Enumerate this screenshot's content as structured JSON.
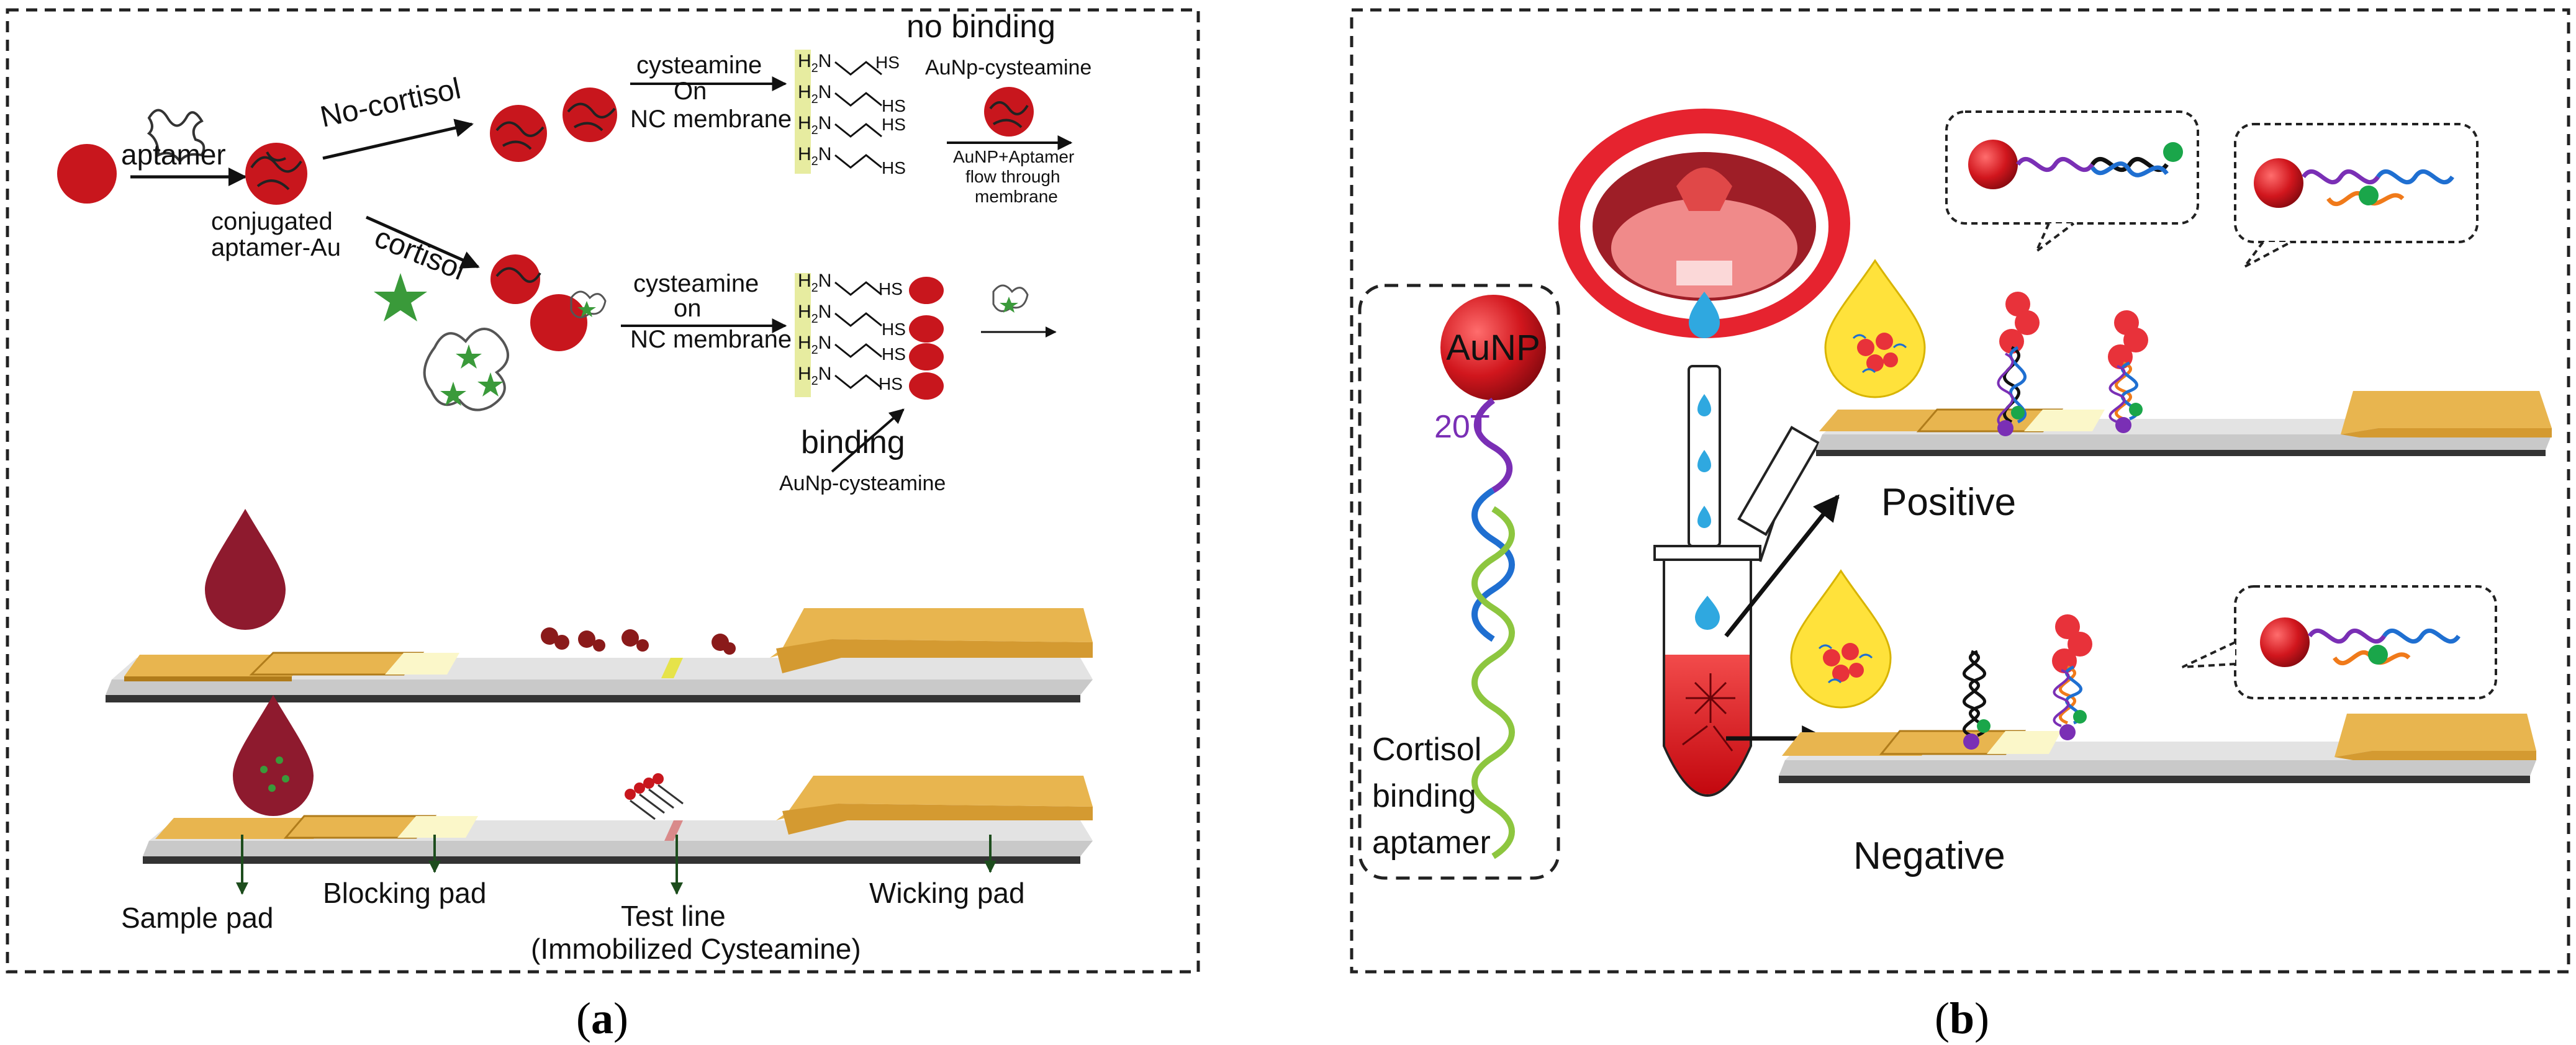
{
  "panel_a": {
    "caption_letter": "a",
    "aptamer": "aptamer",
    "conjugated_line1": "conjugated",
    "conjugated_line2": "aptamer-Au",
    "no_cortisol": "No-cortisol",
    "cortisol": "cortisol",
    "cysteamine_top_1": "cysteamine",
    "cysteamine_top_2": "On",
    "cysteamine_top_3": "NC membrane",
    "cysteamine_bottom_1": "cysteamine",
    "cysteamine_bottom_2": "on",
    "cysteamine_bottom_3": "NC membrane",
    "h2n": "H",
    "h2n_sub": "2",
    "h2n_n": "N",
    "hs": "HS",
    "no_binding": "no binding",
    "aunp_cysteamine_top": "AuNp-cysteamine",
    "flow_1": "AuNP+Aptamer",
    "flow_2": "flow through",
    "flow_3": "membrane",
    "binding": "binding",
    "aunp_cysteamine_bottom": "AuNp-cysteamine",
    "sample_pad": "Sample pad",
    "blocking_pad": "Blocking pad",
    "test_line": "Test line",
    "immobilized": "(Immobilized Cysteamine)",
    "wicking_pad": "Wicking pad"
  },
  "panel_b": {
    "caption_letter": "b",
    "aunp": "AuNP",
    "t20": "20T",
    "aptamer_1": "Cortisol",
    "aptamer_2": "binding",
    "aptamer_3": "aptamer",
    "positive": "Positive",
    "negative": "Negative"
  },
  "colors": {
    "gold_nanoparticle": "#c8161d",
    "pad_gold": "#e8b54f",
    "membrane": "#d9d9d9",
    "cortisol_star": "#3a9a3a",
    "aptamer_green": "#8dc63f",
    "aptamer_blue": "#1f6fd1",
    "aptamer_purple": "#7a2fb5",
    "aptamer_orange": "#f07a1a",
    "blood_drop": "#8e1a2e",
    "yellow_drop": "#ffe23b",
    "water_drop": "#2fa8e0"
  }
}
